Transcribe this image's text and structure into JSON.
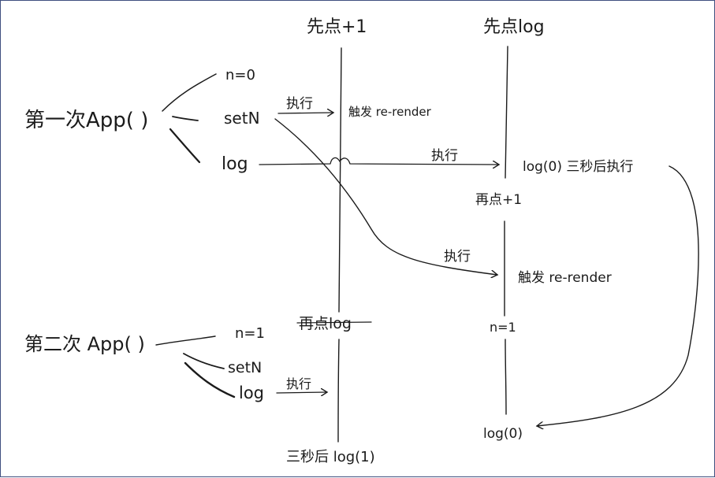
{
  "colors": {
    "ink": "#1b1b1b",
    "frame": "#3f4f7f",
    "background": "#ffffff"
  },
  "headers": {
    "left": "先点+1",
    "right": "先点log"
  },
  "first_render": {
    "label": "第一次App( )",
    "n": "n=0",
    "setN": "setN",
    "log": "log",
    "exec_setN": "执行",
    "trigger_rerender": "触发 re-render",
    "exec_log": "执行",
    "log_delayed": "log(0) 三秒后执行"
  },
  "middle": {
    "then_plus1": "再点+1",
    "exec_rerender": "执行",
    "trigger_rerender_2": "触发 re-render",
    "then_log": "再点log",
    "n_one_right": "n=1"
  },
  "second_render": {
    "label": "第二次 App( )",
    "n": "n=1",
    "setN": "setN",
    "log": "log",
    "exec_log": "执行",
    "log_delayed": "三秒后 log(1)"
  },
  "result": {
    "log_output": "log(0)"
  }
}
